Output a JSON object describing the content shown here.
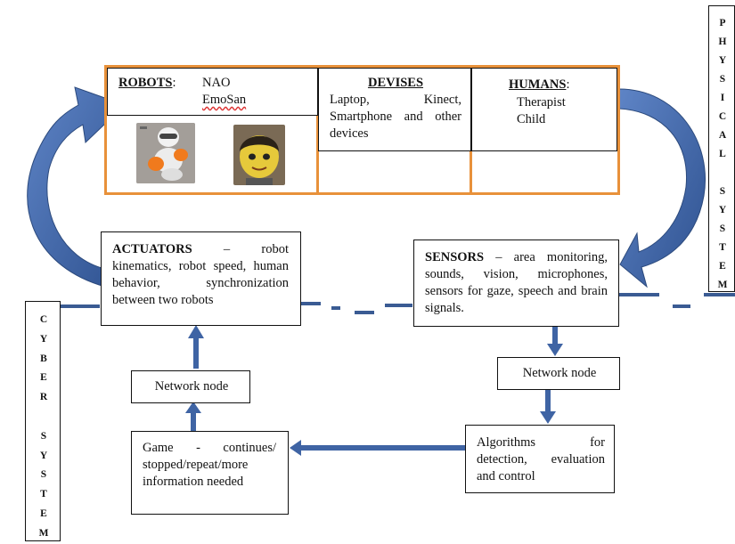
{
  "physical_system": {
    "letters": [
      "P",
      "H",
      "Y",
      "S",
      "I",
      "C",
      "A",
      "L",
      "",
      "S",
      "Y",
      "S",
      "T",
      "E",
      "M"
    ]
  },
  "cyber_system": {
    "letters": [
      "C",
      "Y",
      "B",
      "E",
      "R",
      "",
      "S",
      "Y",
      "S",
      "T",
      "E",
      "M"
    ]
  },
  "robots": {
    "heading": "ROBOTS",
    "colon": ":",
    "line1": "NAO",
    "line2": "EmoSan",
    "images": [
      "NAO robot photo",
      "EmoSan robot photo"
    ]
  },
  "devises": {
    "heading": "DEVISES",
    "lines": [
      "Laptop, Kinect, Smartphone and other devices"
    ]
  },
  "humans": {
    "heading": "HUMANS",
    "colon": ":",
    "line1": "Therapist",
    "line2": "Child"
  },
  "actuators": {
    "heading": "ACTUATORS",
    "text": " – robot kinematics, robot speed, human behavior, synchronization between two robots"
  },
  "sensors": {
    "heading": "SENSORS",
    "text": " – area monitoring, sounds, vision, microphones, sensors for gaze, speech and brain signals."
  },
  "network_node_left": {
    "label": "Network node"
  },
  "network_node_right": {
    "label": "Network node"
  },
  "game": {
    "text": "Game - continues/ stopped/repeat/more information needed"
  },
  "algorithms": {
    "text": "Algorithms for detection, evaluation and control"
  },
  "colors": {
    "arrow_blue": "#3f64a4",
    "arrow_dark": "#2c4a7d",
    "frame_orange": "#e8913a",
    "dash_blue": "#3a5b93"
  }
}
